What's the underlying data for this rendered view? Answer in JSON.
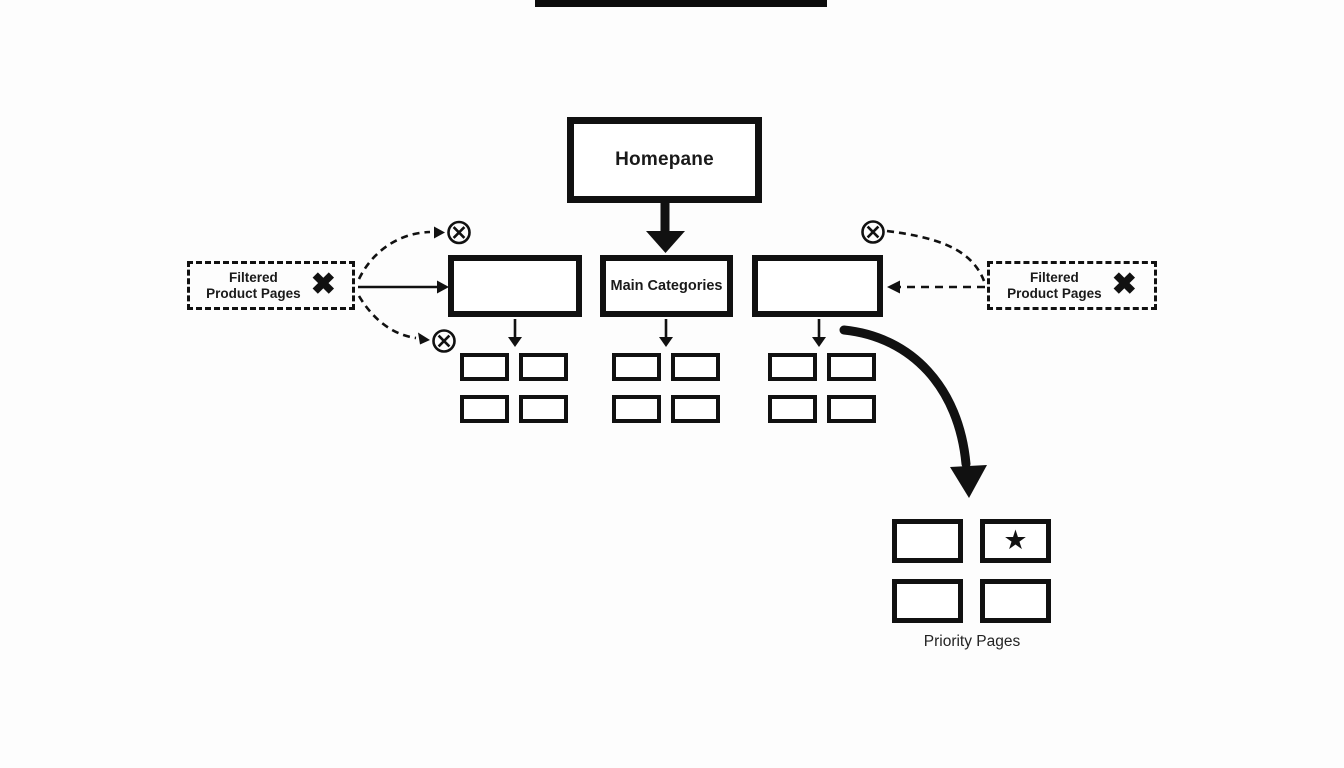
{
  "colors": {
    "ink": "#111111",
    "canvas": "#fdfdfd"
  },
  "nodes": {
    "homepage": {
      "label": "Homepane"
    },
    "category_main": {
      "label": "Main Categories"
    },
    "filtered_left": {
      "line1": "Filtered",
      "line2": "Product Pages",
      "block_mark": "✖"
    },
    "filtered_right": {
      "line1": "Filtered",
      "line2": "Product Pages",
      "block_mark": "✖"
    },
    "priority": {
      "label": "Priority Pages",
      "star_mark": "★"
    }
  },
  "icons": {
    "noindex_icon": "circled-x",
    "block_icon": "heavy-x",
    "star_icon": "star"
  }
}
